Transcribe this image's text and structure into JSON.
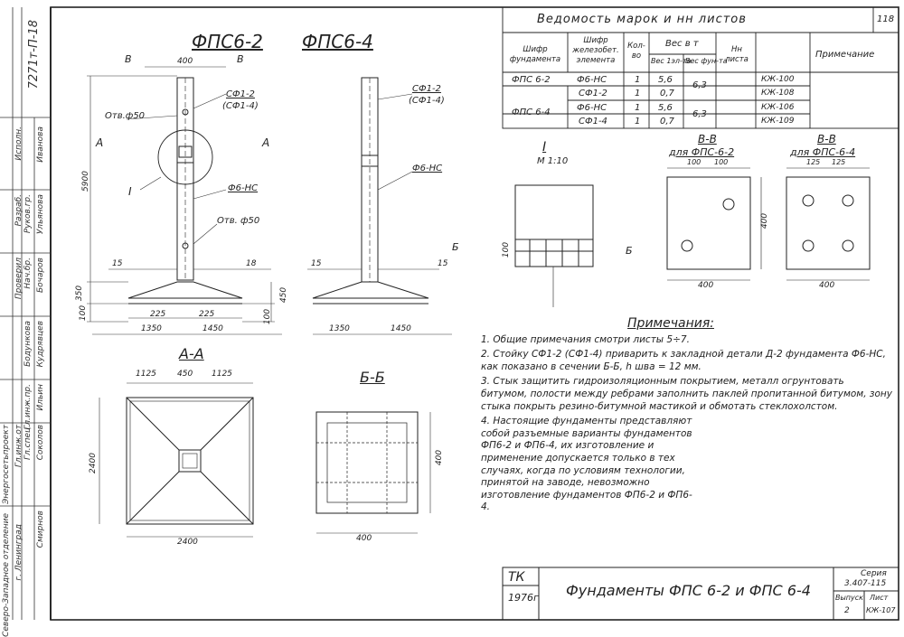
{
  "sheet": {
    "corner_number": "118",
    "side_code": "7271т-Π-18",
    "stamp_label": "ТК",
    "year": "1976г",
    "title": "Фундаменты ФПС 6-2 и ФПС 6-4",
    "series_label": "Серия",
    "series_value": "3.407-115",
    "issue_label": "Выпуск",
    "issue_value": "2",
    "sheet_label": "Лист",
    "sheet_value": "КЖ-107"
  },
  "org_block": {
    "org_name": "Северо-Западное отделение",
    "org_short": "Энергосетьпроект",
    "city": "г. Ленинград",
    "roles": [
      "Гл.инж.от",
      "Гл.спец.",
      "Гл.инж.пр.",
      "Нач.бр.",
      "Руков.гр.",
      "Проверил",
      "Разраб.",
      "Исполн."
    ],
    "people": [
      "Кудрявцев",
      "Ильин",
      "Соколов",
      "Бодункова",
      "Иванова",
      "Ульянова",
      "Бочаров",
      "Смирнов"
    ]
  },
  "drawing_titles": {
    "left": "ФПС6-2",
    "right": "ФПС6-4",
    "section_aa": "А-А",
    "section_bb": "Б-Б",
    "section_vv_1": "В-В",
    "section_vv_1_sub": "для ФПС-6-2",
    "section_vv_2": "В-В",
    "section_vv_2_sub": "для ФПС-6-4",
    "detail": "I",
    "detail_scale": "М 1:10"
  },
  "callouts": {
    "sf2": "СФ1-2",
    "sf4": "(СФ1-4)",
    "otv50": "Отв.ф50",
    "otv50b": "Отв. ф50",
    "f6nc": "Ф6-НС",
    "marker_i": "I",
    "cut_a": "А",
    "cut_b": "Б",
    "cut_v": "В"
  },
  "dims": {
    "top_400": "400",
    "height_5900": "5900",
    "d15": "15",
    "d18": "18",
    "d350": "350",
    "d100": "100",
    "d450": "450",
    "d225": "225",
    "d1350": "1350",
    "d1450": "1450",
    "d1125": "1125",
    "d2400": "2400",
    "d100b": "100",
    "d125": "125",
    "d400": "400"
  },
  "table": {
    "title": "Ведомость марок и нн листов",
    "headers": [
      "Шифр фундамента",
      "Шифр железобет. элемента",
      "Кол-во",
      "Вес 1эл-та",
      "Вес фун-та",
      "Нн листа",
      "Примечание"
    ],
    "weight_group": "Вес в т",
    "rows": [
      [
        "ФПС 6-2",
        "Ф6-НС",
        "1",
        "5,6",
        "6,3",
        "КЖ-100",
        ""
      ],
      [
        "",
        "СФ1-2",
        "1",
        "0,7",
        "",
        "КЖ-108",
        ""
      ],
      [
        "ФПС 6-4",
        "Ф6-НС",
        "1",
        "5,6",
        "6,3",
        "КЖ-106",
        ""
      ],
      [
        "",
        "СФ1-4",
        "1",
        "0,7",
        "",
        "КЖ-109",
        ""
      ]
    ]
  },
  "notes": {
    "heading": "Примечания:",
    "items": [
      "1. Общие примечания смотри листы 5÷7.",
      "2. Стойку СФ1-2 (СФ1-4) приварить к закладной детали Д-2 фундамента Ф6-НС, как показано в сечении Б-Б, h шва = 12 мм.",
      "3. Стык защитить гидроизоляционным покрытием, металл огрунтовать битумом, полости между ребрами заполнить паклей пропитанной битумом, зону стыка покрыть резино-битумной мастикой и обмотать стеклохолстом.",
      "4. Настоящие фундаменты представляют собой разъемные варианты фундаментов ФП6-2 и ФП6-4, их изготовление и применение допускается только в тех случаях, когда по условиям технологии, принятой на заводе, невозможно изготовление фундаментов ФП6-2 и ФП6-4."
    ]
  }
}
